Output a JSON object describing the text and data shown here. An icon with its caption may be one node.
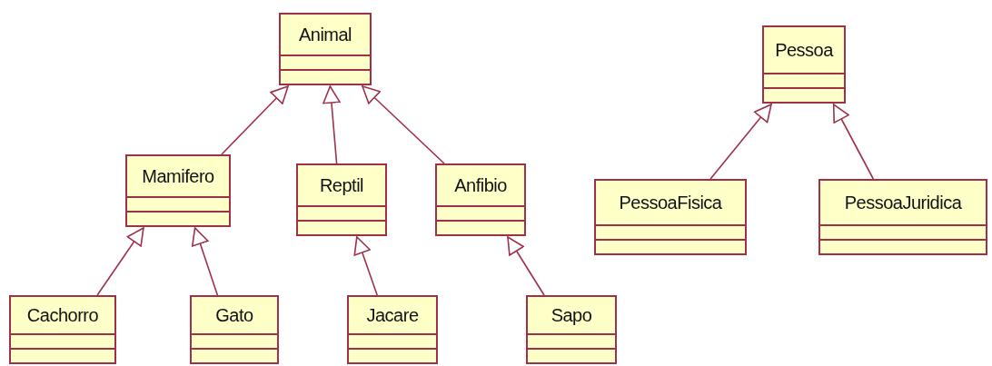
{
  "diagram": {
    "nodes": [
      {
        "text": [
          "Animal"
        ]
      },
      {
        "text": [
          "Mamifero"
        ]
      },
      {
        "text": [
          "Reptil"
        ]
      },
      {
        "text": [
          "Anfibio"
        ]
      },
      {
        "text": [
          "Cachorro"
        ]
      },
      {
        "text": [
          "Gato"
        ]
      },
      {
        "text": [
          "Jacare"
        ]
      },
      {
        "text": [
          "Sapo"
        ]
      },
      {
        "text": [
          "Pessoa"
        ]
      },
      {
        "text": [
          "PessoaFisica"
        ]
      },
      {
        "text": [
          "PessoaJuridica"
        ]
      }
    ],
    "edges": [
      {
        "from": 1,
        "to": 0,
        "arrow": "to"
      },
      {
        "from": 2,
        "to": 0,
        "arrow": "to"
      },
      {
        "from": 3,
        "to": 0,
        "arrow": "to"
      },
      {
        "from": 4,
        "to": 1,
        "arrow": "to"
      },
      {
        "from": 5,
        "to": 1,
        "arrow": "to"
      },
      {
        "from": 6,
        "to": 2,
        "arrow": "to"
      },
      {
        "from": 7,
        "to": 3,
        "arrow": "to"
      },
      {
        "from": 9,
        "to": 8,
        "arrow": "to"
      },
      {
        "from": 10,
        "to": 8,
        "arrow": "to"
      }
    ]
  }
}
